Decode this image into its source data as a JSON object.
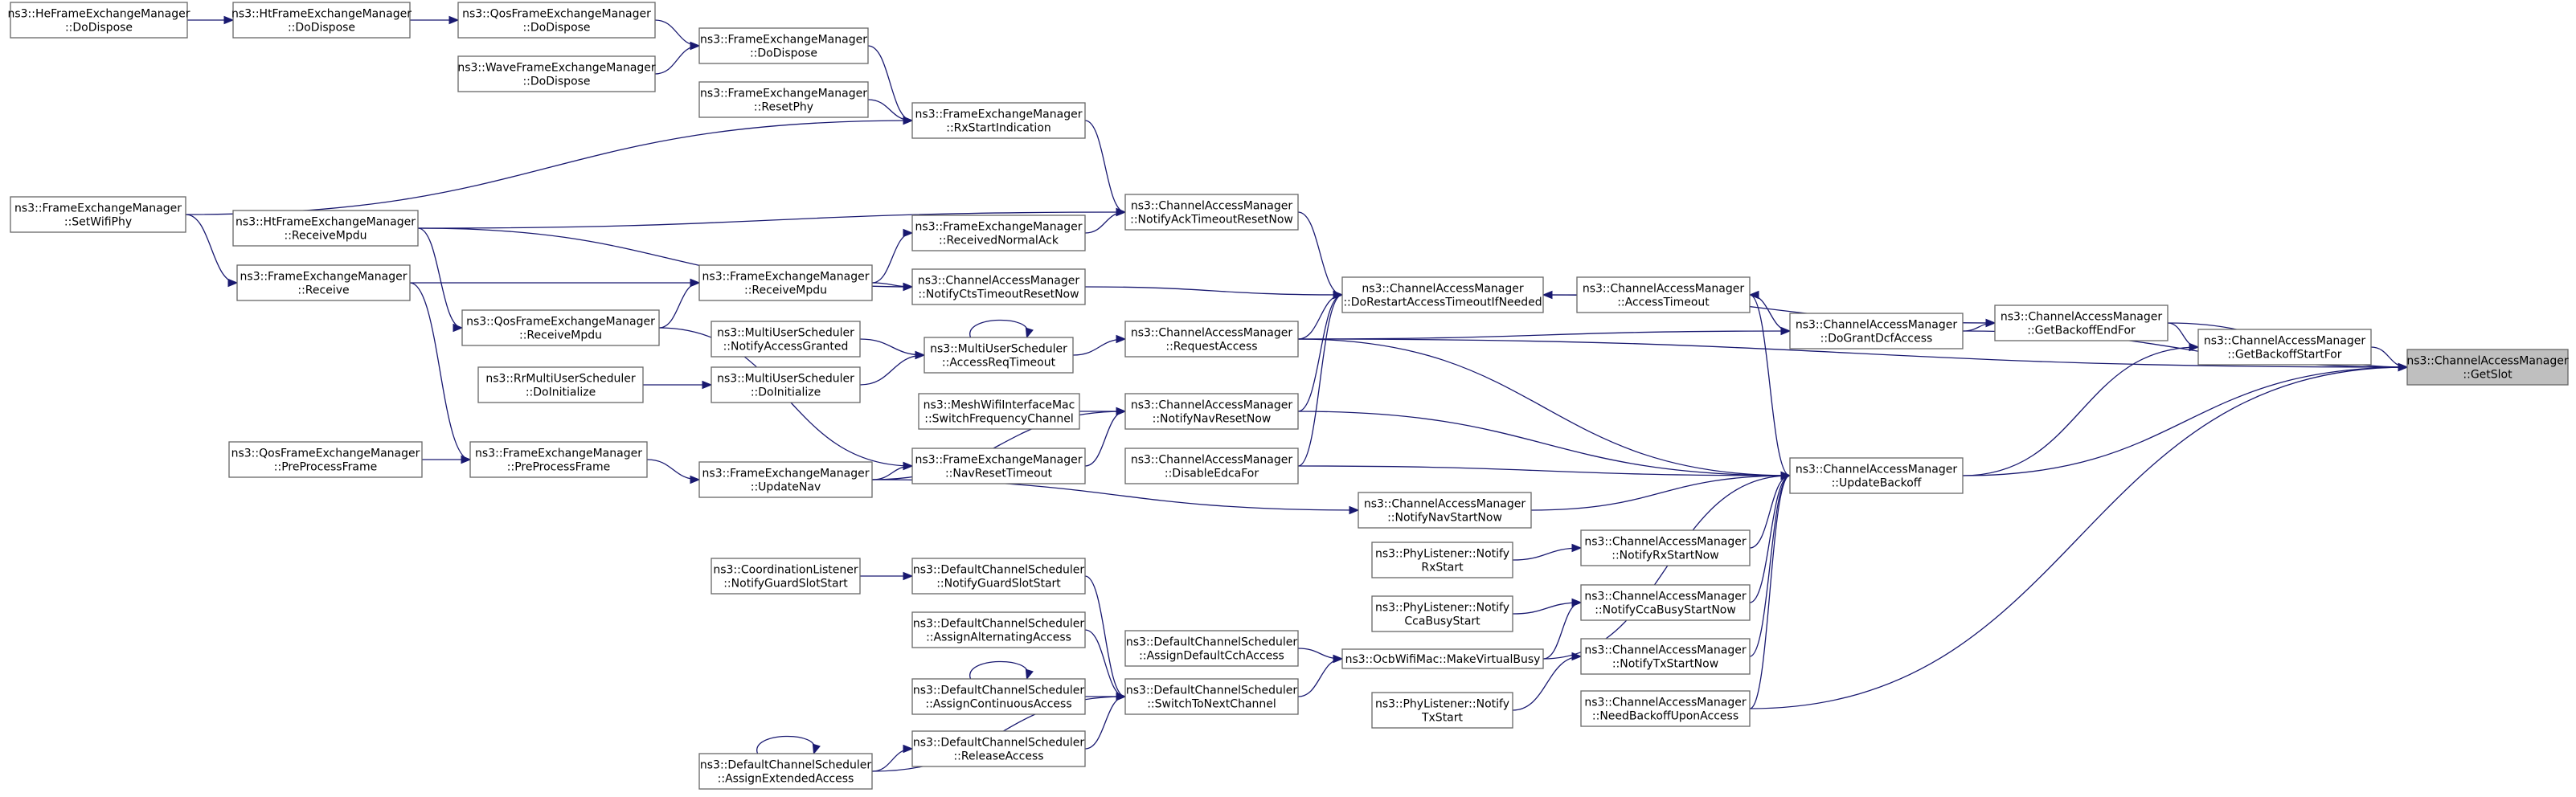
{
  "colors": {
    "edge": "#191970",
    "node_border": "#666666",
    "focus_fill": "#bfbfbf",
    "node_fill": "#ffffff"
  },
  "nodes": [
    {
      "id": "he_dodispose",
      "lines": [
        "ns3::HeFrameExchangeManager",
        "::DoDispose"
      ]
    },
    {
      "id": "ht_dodispose",
      "lines": [
        "ns3::HtFrameExchangeManager",
        "::DoDispose"
      ]
    },
    {
      "id": "qos_dodispose",
      "lines": [
        "ns3::QosFrameExchangeManager",
        "::DoDispose"
      ]
    },
    {
      "id": "fem_dodispose",
      "lines": [
        "ns3::FrameExchangeManager",
        "::DoDispose"
      ]
    },
    {
      "id": "wave_dodispose",
      "lines": [
        "ns3::WaveFrameExchangeManager",
        "::DoDispose"
      ]
    },
    {
      "id": "fem_resetphy",
      "lines": [
        "ns3::FrameExchangeManager",
        "::ResetPhy"
      ]
    },
    {
      "id": "fem_rxstart",
      "lines": [
        "ns3::FrameExchangeManager",
        "::RxStartIndication"
      ]
    },
    {
      "id": "fem_setwifiphy",
      "lines": [
        "ns3::FrameExchangeManager",
        "::SetWifiPhy"
      ]
    },
    {
      "id": "ht_receivempdu",
      "lines": [
        "ns3::HtFrameExchangeManager",
        "::ReceiveMpdu"
      ]
    },
    {
      "id": "fem_receive",
      "lines": [
        "ns3::FrameExchangeManager",
        "::Receive"
      ]
    },
    {
      "id": "fem_receivempdu",
      "lines": [
        "ns3::FrameExchangeManager",
        "::ReceiveMpdu"
      ]
    },
    {
      "id": "fem_rxnormalack",
      "lines": [
        "ns3::FrameExchangeManager",
        "::ReceivedNormalAck"
      ]
    },
    {
      "id": "cam_ackreset",
      "lines": [
        "ns3::ChannelAccessManager",
        "::NotifyAckTimeoutResetNow"
      ]
    },
    {
      "id": "cam_ctsreset",
      "lines": [
        "ns3::ChannelAccessManager",
        "::NotifyCtsTimeoutResetNow"
      ]
    },
    {
      "id": "qos_receivempdu",
      "lines": [
        "ns3::QosFrameExchangeManager",
        "::ReceiveMpdu"
      ]
    },
    {
      "id": "mus_notifygranted",
      "lines": [
        "ns3::MultiUserScheduler",
        "::NotifyAccessGranted"
      ]
    },
    {
      "id": "mus_accessreq",
      "lines": [
        "ns3::MultiUserScheduler",
        "::AccessReqTimeout"
      ]
    },
    {
      "id": "rr_doinit",
      "lines": [
        "ns3::RrMultiUserScheduler",
        "::DoInitialize"
      ]
    },
    {
      "id": "mus_doinit",
      "lines": [
        "ns3::MultiUserScheduler",
        "::DoInitialize"
      ]
    },
    {
      "id": "mesh_switch",
      "lines": [
        "ns3::MeshWifiInterfaceMac",
        "::SwitchFrequencyChannel"
      ]
    },
    {
      "id": "fem_navreset",
      "lines": [
        "ns3::FrameExchangeManager",
        "::NavResetTimeout"
      ]
    },
    {
      "id": "qos_preprocess",
      "lines": [
        "ns3::QosFrameExchangeManager",
        "::PreProcessFrame"
      ]
    },
    {
      "id": "fem_preprocess",
      "lines": [
        "ns3::FrameExchangeManager",
        "::PreProcessFrame"
      ]
    },
    {
      "id": "fem_updatenav",
      "lines": [
        "ns3::FrameExchangeManager",
        "::UpdateNav"
      ]
    },
    {
      "id": "cam_requestaccess",
      "lines": [
        "ns3::ChannelAccessManager",
        "::RequestAccess"
      ]
    },
    {
      "id": "cam_navreset",
      "lines": [
        "ns3::ChannelAccessManager",
        "::NotifyNavResetNow"
      ]
    },
    {
      "id": "cam_disableedca",
      "lines": [
        "ns3::ChannelAccessManager",
        "::DisableEdcaFor"
      ]
    },
    {
      "id": "cam_dorestart",
      "lines": [
        "ns3::ChannelAccessManager",
        "::DoRestartAccessTimeoutIfNeeded"
      ]
    },
    {
      "id": "cam_accesstimeout",
      "lines": [
        "ns3::ChannelAccessManager",
        "::AccessTimeout"
      ]
    },
    {
      "id": "cam_dogrant",
      "lines": [
        "ns3::ChannelAccessManager",
        "::DoGrantDcfAccess"
      ]
    },
    {
      "id": "cam_getbackoffend",
      "lines": [
        "ns3::ChannelAccessManager",
        "::GetBackoffEndFor"
      ]
    },
    {
      "id": "cam_getbackoffstart",
      "lines": [
        "ns3::ChannelAccessManager",
        "::GetBackoffStartFor"
      ]
    },
    {
      "id": "cam_getslot",
      "lines": [
        "ns3::ChannelAccessManager",
        "::GetSlot"
      ],
      "focus": true
    },
    {
      "id": "cam_updatebackoff",
      "lines": [
        "ns3::ChannelAccessManager",
        "::UpdateBackoff"
      ]
    },
    {
      "id": "cam_navstart",
      "lines": [
        "ns3::ChannelAccessManager",
        "::NotifyNavStartNow"
      ]
    },
    {
      "id": "phy_rxstart",
      "lines": [
        "ns3::PhyListener::Notify",
        "RxStart"
      ]
    },
    {
      "id": "cam_rxstart",
      "lines": [
        "ns3::ChannelAccessManager",
        "::NotifyRxStartNow"
      ]
    },
    {
      "id": "phy_ccabusy",
      "lines": [
        "ns3::PhyListener::Notify",
        "CcaBusyStart"
      ]
    },
    {
      "id": "cam_ccabusy",
      "lines": [
        "ns3::ChannelAccessManager",
        "::NotifyCcaBusyStartNow"
      ]
    },
    {
      "id": "phy_txstart",
      "lines": [
        "ns3::PhyListener::Notify",
        "TxStart"
      ]
    },
    {
      "id": "cam_txstart",
      "lines": [
        "ns3::ChannelAccessManager",
        "::NotifyTxStartNow"
      ]
    },
    {
      "id": "cam_needbackoff",
      "lines": [
        "ns3::ChannelAccessManager",
        "::NeedBackoffUponAccess"
      ]
    },
    {
      "id": "ocb_makebusy",
      "lines": [
        "ns3::OcbWifiMac::MakeVirtualBusy"
      ]
    },
    {
      "id": "dcs_assigndefault",
      "lines": [
        "ns3::DefaultChannelScheduler",
        "::AssignDefaultCchAccess"
      ]
    },
    {
      "id": "dcs_switchnext",
      "lines": [
        "ns3::DefaultChannelScheduler",
        "::SwitchToNextChannel"
      ]
    },
    {
      "id": "coord_guard",
      "lines": [
        "ns3::CoordinationListener",
        "::NotifyGuardSlotStart"
      ]
    },
    {
      "id": "dcs_guard",
      "lines": [
        "ns3::DefaultChannelScheduler",
        "::NotifyGuardSlotStart"
      ]
    },
    {
      "id": "dcs_alternating",
      "lines": [
        "ns3::DefaultChannelScheduler",
        "::AssignAlternatingAccess"
      ]
    },
    {
      "id": "dcs_continuous",
      "lines": [
        "ns3::DefaultChannelScheduler",
        "::AssignContinuousAccess"
      ]
    },
    {
      "id": "dcs_release",
      "lines": [
        "ns3::DefaultChannelScheduler",
        "::ReleaseAccess"
      ]
    },
    {
      "id": "dcs_extended",
      "lines": [
        "ns3::DefaultChannelScheduler",
        "::AssignExtendedAccess"
      ]
    }
  ],
  "edges": [
    {
      "from": "he_dodispose",
      "to": "ht_dodispose"
    },
    {
      "from": "ht_dodispose",
      "to": "qos_dodispose"
    },
    {
      "from": "qos_dodispose",
      "to": "fem_dodispose"
    },
    {
      "from": "wave_dodispose",
      "to": "fem_dodispose"
    },
    {
      "from": "fem_dodispose",
      "to": "fem_rxstart"
    },
    {
      "from": "fem_resetphy",
      "to": "fem_rxstart"
    },
    {
      "from": "fem_setwifiphy",
      "to": "fem_rxstart"
    },
    {
      "from": "fem_rxstart",
      "to": "cam_ackreset"
    },
    {
      "from": "fem_setwifiphy",
      "to": "fem_receive"
    },
    {
      "from": "ht_receivempdu",
      "to": "cam_ackreset"
    },
    {
      "from": "ht_receivempdu",
      "to": "qos_receivempdu"
    },
    {
      "from": "ht_receivempdu",
      "to": "cam_ctsreset"
    },
    {
      "from": "fem_receive",
      "to": "fem_receivempdu"
    },
    {
      "from": "qos_receivempdu",
      "to": "fem_receivempdu"
    },
    {
      "from": "fem_receivempdu",
      "to": "fem_rxnormalack"
    },
    {
      "from": "fem_receivempdu",
      "to": "cam_ctsreset"
    },
    {
      "from": "fem_rxnormalack",
      "to": "cam_ackreset"
    },
    {
      "from": "fem_receive",
      "to": "fem_preprocess"
    },
    {
      "from": "qos_preprocess",
      "to": "fem_preprocess"
    },
    {
      "from": "fem_preprocess",
      "to": "fem_updatenav"
    },
    {
      "from": "qos_receivempdu",
      "to": "fem_navreset"
    },
    {
      "from": "fem_updatenav",
      "to": "fem_navreset"
    },
    {
      "from": "fem_updatenav",
      "to": "cam_navreset"
    },
    {
      "from": "fem_updatenav",
      "to": "cam_navstart"
    },
    {
      "from": "mus_notifygranted",
      "to": "mus_accessreq"
    },
    {
      "from": "mus_accessreq",
      "to": "mus_accessreq"
    },
    {
      "from": "rr_doinit",
      "to": "mus_doinit"
    },
    {
      "from": "mus_doinit",
      "to": "mus_accessreq"
    },
    {
      "from": "mus_accessreq",
      "to": "cam_requestaccess"
    },
    {
      "from": "mesh_switch",
      "to": "cam_navreset"
    },
    {
      "from": "fem_navreset",
      "to": "cam_navreset"
    },
    {
      "from": "cam_ackreset",
      "to": "cam_dorestart"
    },
    {
      "from": "cam_ctsreset",
      "to": "cam_dorestart"
    },
    {
      "from": "cam_requestaccess",
      "to": "cam_dorestart"
    },
    {
      "from": "cam_navreset",
      "to": "cam_dorestart"
    },
    {
      "from": "cam_disableedca",
      "to": "cam_dorestart"
    },
    {
      "from": "cam_accesstimeout",
      "to": "cam_dorestart"
    },
    {
      "from": "cam_dogrant",
      "to": "cam_accesstimeout"
    },
    {
      "from": "cam_requestaccess",
      "to": "cam_dogrant"
    },
    {
      "from": "cam_dogrant",
      "to": "cam_getbackoffend"
    },
    {
      "from": "cam_dorestart",
      "to": "cam_getbackoffend"
    },
    {
      "from": "cam_getbackoffend",
      "to": "cam_getbackoffstart"
    },
    {
      "from": "cam_getbackoffend",
      "to": "cam_getslot"
    },
    {
      "from": "cam_getbackoffstart",
      "to": "cam_getslot"
    },
    {
      "from": "cam_dogrant",
      "to": "cam_getslot"
    },
    {
      "from": "cam_updatebackoff",
      "to": "cam_getbackoffstart"
    },
    {
      "from": "cam_updatebackoff",
      "to": "cam_getslot"
    },
    {
      "from": "cam_needbackoff",
      "to": "cam_getslot"
    },
    {
      "from": "cam_requestaccess",
      "to": "cam_getslot"
    },
    {
      "from": "cam_accesstimeout",
      "to": "cam_updatebackoff"
    },
    {
      "from": "cam_requestaccess",
      "to": "cam_updatebackoff"
    },
    {
      "from": "cam_navreset",
      "to": "cam_updatebackoff"
    },
    {
      "from": "cam_disableedca",
      "to": "cam_updatebackoff"
    },
    {
      "from": "cam_navstart",
      "to": "cam_updatebackoff"
    },
    {
      "from": "cam_rxstart",
      "to": "cam_updatebackoff"
    },
    {
      "from": "cam_ccabusy",
      "to": "cam_updatebackoff"
    },
    {
      "from": "cam_txstart",
      "to": "cam_updatebackoff"
    },
    {
      "from": "cam_needbackoff",
      "to": "cam_updatebackoff"
    },
    {
      "from": "ocb_makebusy",
      "to": "cam_updatebackoff"
    },
    {
      "from": "phy_rxstart",
      "to": "cam_rxstart"
    },
    {
      "from": "phy_ccabusy",
      "to": "cam_ccabusy"
    },
    {
      "from": "phy_txstart",
      "to": "cam_txstart"
    },
    {
      "from": "ocb_makebusy",
      "to": "cam_ccabusy"
    },
    {
      "from": "dcs_assigndefault",
      "to": "ocb_makebusy"
    },
    {
      "from": "dcs_switchnext",
      "to": "ocb_makebusy"
    },
    {
      "from": "coord_guard",
      "to": "dcs_guard"
    },
    {
      "from": "dcs_guard",
      "to": "dcs_switchnext"
    },
    {
      "from": "dcs_alternating",
      "to": "dcs_switchnext"
    },
    {
      "from": "dcs_continuous",
      "to": "dcs_switchnext"
    },
    {
      "from": "dcs_continuous",
      "to": "dcs_continuous"
    },
    {
      "from": "dcs_release",
      "to": "dcs_switchnext"
    },
    {
      "from": "dcs_extended",
      "to": "dcs_release"
    },
    {
      "from": "dcs_extended",
      "to": "dcs_switchnext"
    },
    {
      "from": "dcs_extended",
      "to": "dcs_extended"
    }
  ]
}
